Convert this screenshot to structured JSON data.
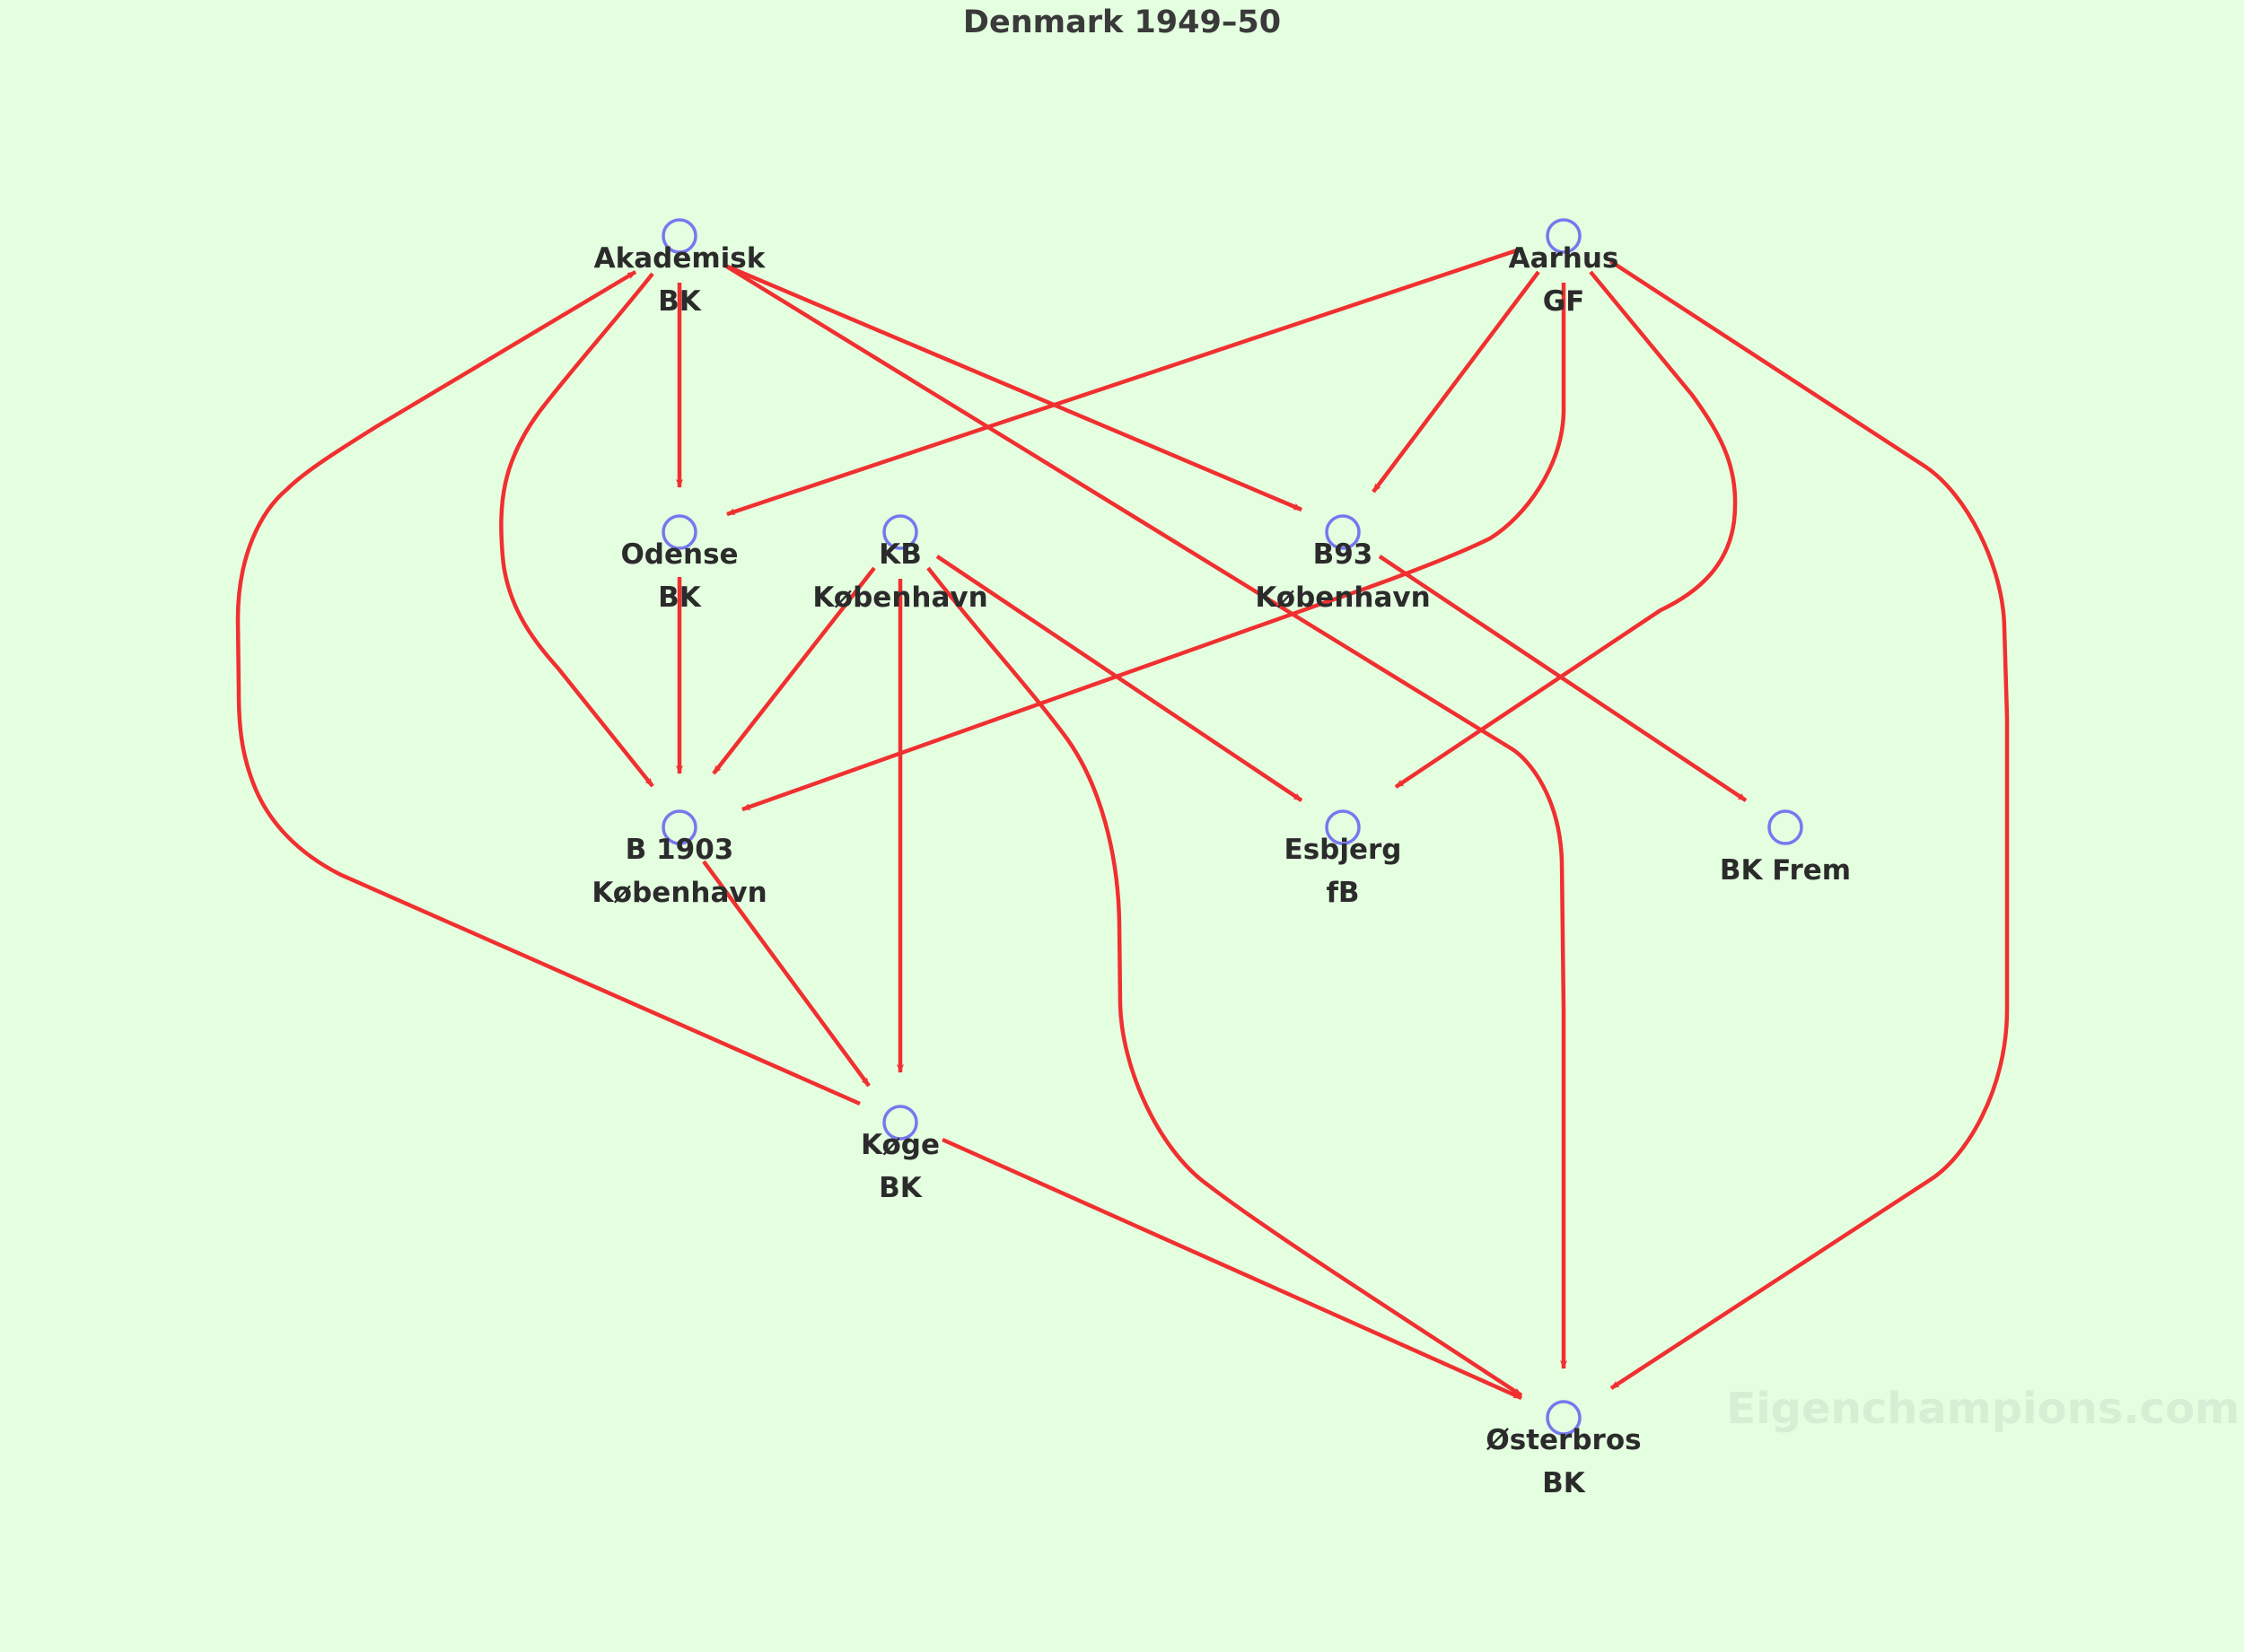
{
  "title": "Denmark 1949–50",
  "watermark": "Eigenchampions.com",
  "colors": {
    "background": "#e4fee0",
    "edge": "#f03030",
    "node": "#7777ee",
    "text": "#2b2b2b"
  },
  "nodes": [
    {
      "id": "akb",
      "lines": [
        "Akademisk",
        "BK"
      ]
    },
    {
      "id": "agf",
      "lines": [
        "Aarhus",
        "GF"
      ]
    },
    {
      "id": "ob",
      "lines": [
        "Odense",
        "BK"
      ]
    },
    {
      "id": "kb",
      "lines": [
        "KB",
        "København"
      ]
    },
    {
      "id": "b93",
      "lines": [
        "B93",
        "København"
      ]
    },
    {
      "id": "b1903",
      "lines": [
        "B 1903",
        "København"
      ]
    },
    {
      "id": "efb",
      "lines": [
        "Esbjerg",
        "fB"
      ]
    },
    {
      "id": "frem",
      "lines": [
        "BK Frem"
      ]
    },
    {
      "id": "koge",
      "lines": [
        "Køge",
        "BK"
      ]
    },
    {
      "id": "obk",
      "lines": [
        "Østerbros",
        "BK"
      ]
    }
  ],
  "edges": [
    {
      "from": "akb",
      "to": "ob"
    },
    {
      "from": "akb",
      "to": "b1903"
    },
    {
      "from": "akb",
      "to": "b93"
    },
    {
      "from": "akb",
      "to": "obk"
    },
    {
      "from": "agf",
      "to": "ob"
    },
    {
      "from": "agf",
      "to": "b93"
    },
    {
      "from": "agf",
      "to": "b1903"
    },
    {
      "from": "agf",
      "to": "efb"
    },
    {
      "from": "agf",
      "to": "obk"
    },
    {
      "from": "ob",
      "to": "b1903"
    },
    {
      "from": "kb",
      "to": "b1903"
    },
    {
      "from": "kb",
      "to": "koge"
    },
    {
      "from": "kb",
      "to": "efb"
    },
    {
      "from": "kb",
      "to": "obk"
    },
    {
      "from": "b93",
      "to": "frem"
    },
    {
      "from": "b1903",
      "to": "koge"
    },
    {
      "from": "koge",
      "to": "akb"
    },
    {
      "from": "koge",
      "to": "obk"
    }
  ]
}
